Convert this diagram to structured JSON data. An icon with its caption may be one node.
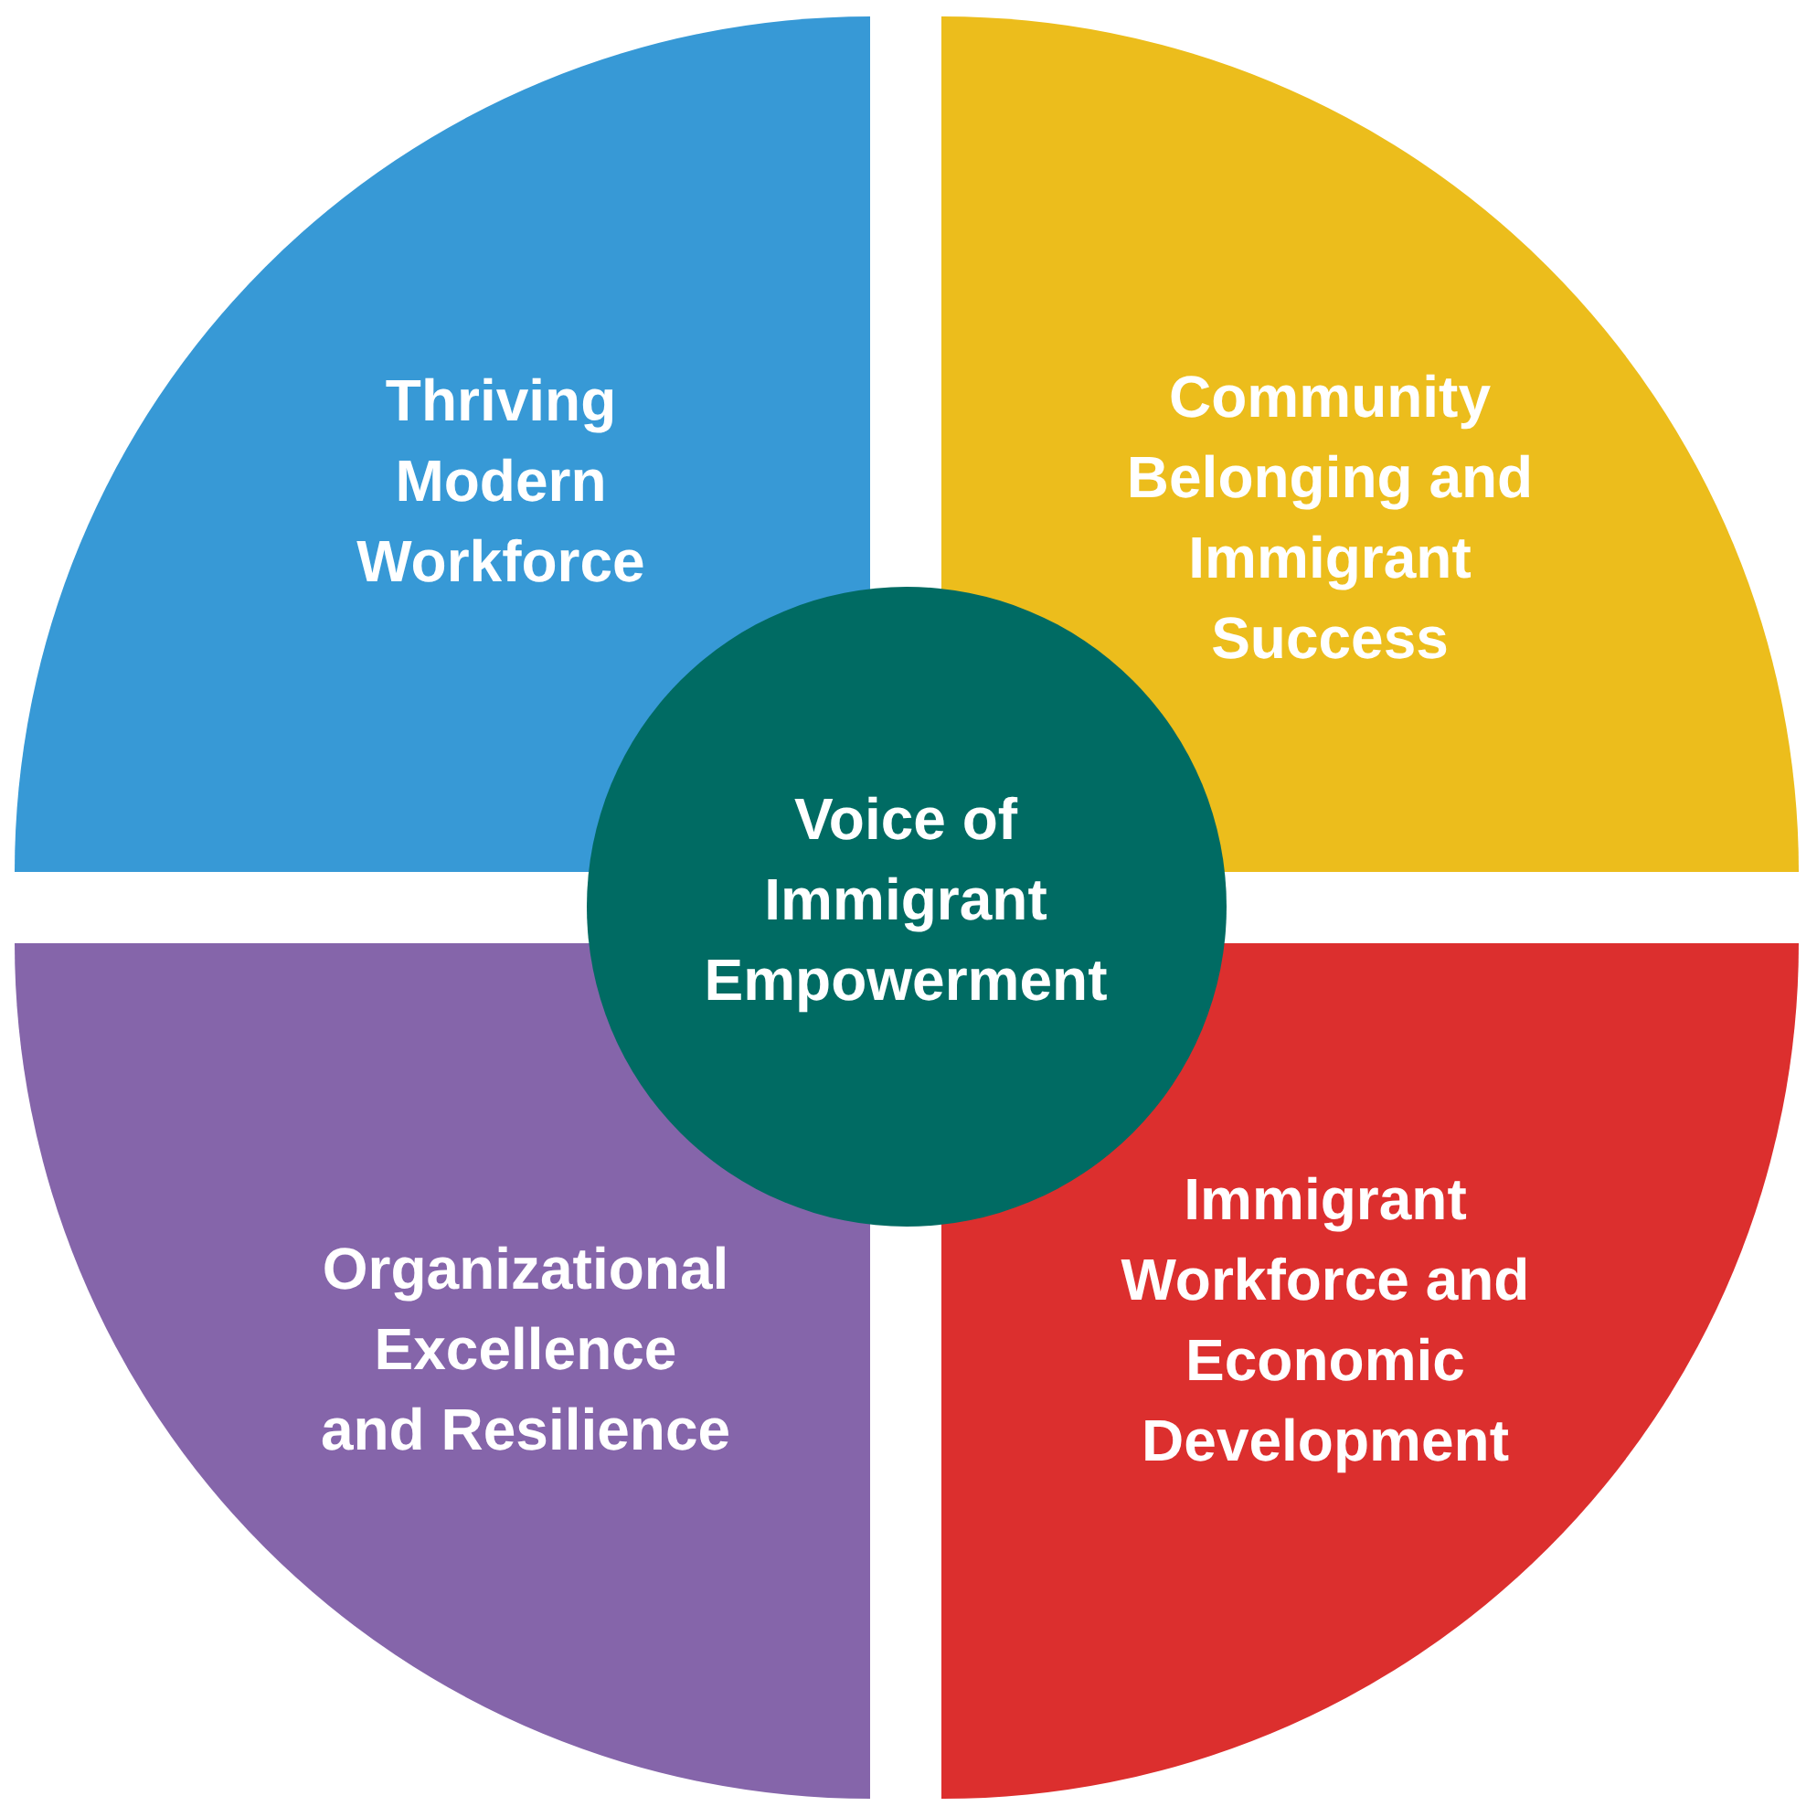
{
  "diagram": {
    "nodes": [
      {
        "text": [
          "Thriving Modern Workforce"
        ]
      },
      {
        "text": [
          "Community Belonging and Immigrant Success"
        ]
      },
      {
        "text": [
          "Voice of Immigrant Empowerment"
        ]
      },
      {
        "text": [
          "Organizational Excellence and Resilience"
        ]
      },
      {
        "text": [
          "Immigrant Workforce and Economic Development"
        ]
      }
    ]
  }
}
